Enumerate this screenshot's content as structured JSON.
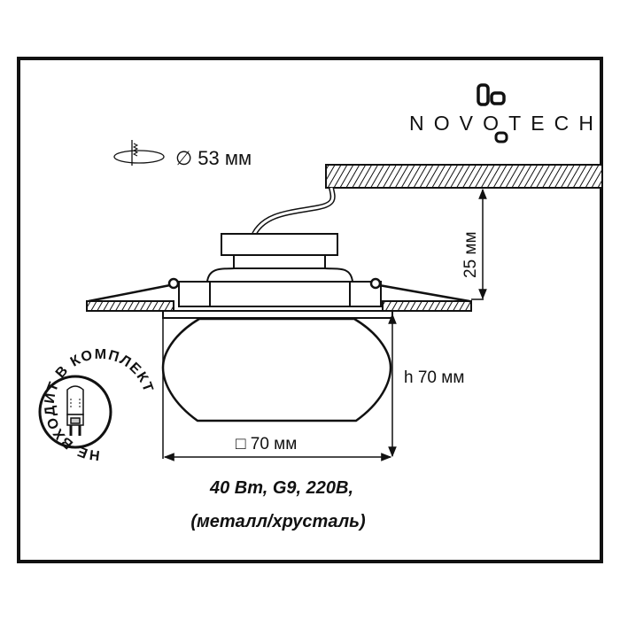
{
  "brand": {
    "logo_text": "NOVOTECH"
  },
  "cutout": {
    "icon": "recessed-cutout-icon",
    "label": "∅ 53 мм"
  },
  "dimensions": {
    "depth": "25 мм",
    "height": "h 70 мм",
    "width": "□ 70 мм"
  },
  "badge": {
    "text": "НЕ ВХОДИТ В КОМПЛЕКТ",
    "icon": "g9-bulb-icon"
  },
  "specs": {
    "line1": "40 Вт, G9, 220В,",
    "line2": "(металл/хрусталь)"
  },
  "colors": {
    "ink": "#111111",
    "background": "#ffffff"
  }
}
